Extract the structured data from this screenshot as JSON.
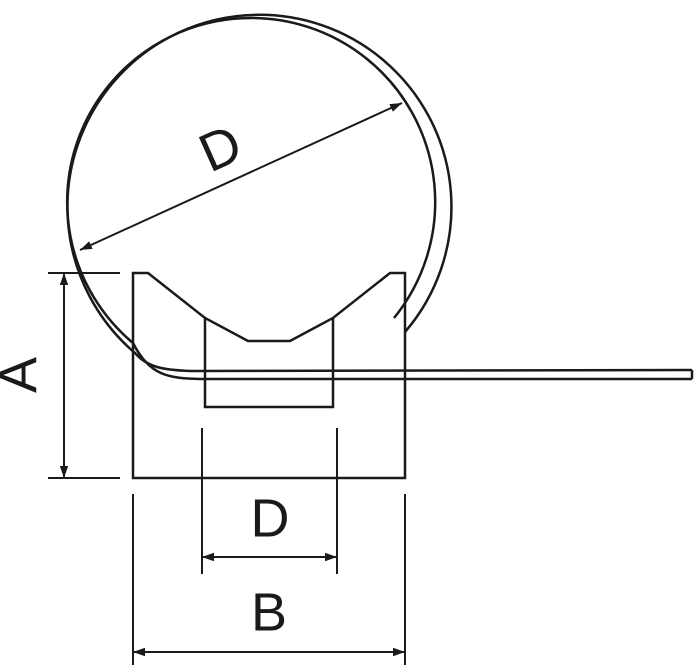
{
  "diagram": {
    "labels": {
      "diameter_circle": "D",
      "height": "A",
      "inner_width": "D",
      "base_width": "B"
    },
    "colors": {
      "stroke": "#1a1a1a",
      "background": "#ffffff"
    }
  }
}
